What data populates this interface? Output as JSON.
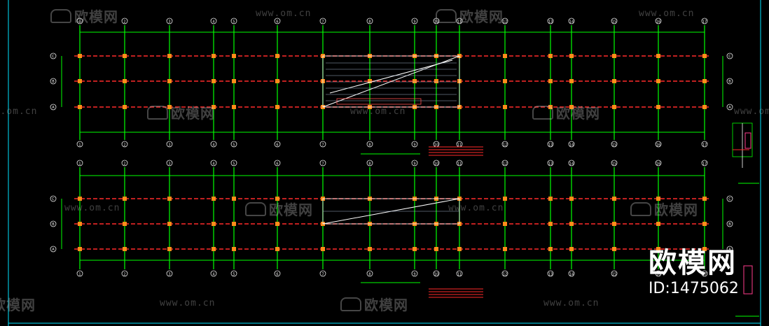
{
  "watermark": {
    "logo_text": "欧模网",
    "url_text": "www.om.cn"
  },
  "brand": {
    "logo": "欧模网",
    "id_label": "ID:1475062"
  },
  "colors": {
    "background": "#000000",
    "grid_line": "#00ff00",
    "beam_dashed": "#ff2a2a",
    "column": "#ff8c1a",
    "detail": "#ffffff",
    "bubble": "#e8e8e8",
    "frame": "#00e5ff"
  },
  "plans": [
    {
      "column_axes": [
        "1",
        "2",
        "3",
        "4",
        "5",
        "6",
        "7",
        "8",
        "9",
        "10",
        "11",
        "12",
        "13",
        "14",
        "15",
        "16",
        "17"
      ],
      "row_axes": [
        "C",
        "B",
        "A"
      ]
    },
    {
      "column_axes": [
        "1",
        "2",
        "3",
        "4",
        "5",
        "6",
        "7",
        "8",
        "9",
        "10",
        "11",
        "12",
        "13",
        "14",
        "15",
        "16",
        "17"
      ],
      "row_axes": [
        "C",
        "B",
        "A"
      ]
    }
  ]
}
